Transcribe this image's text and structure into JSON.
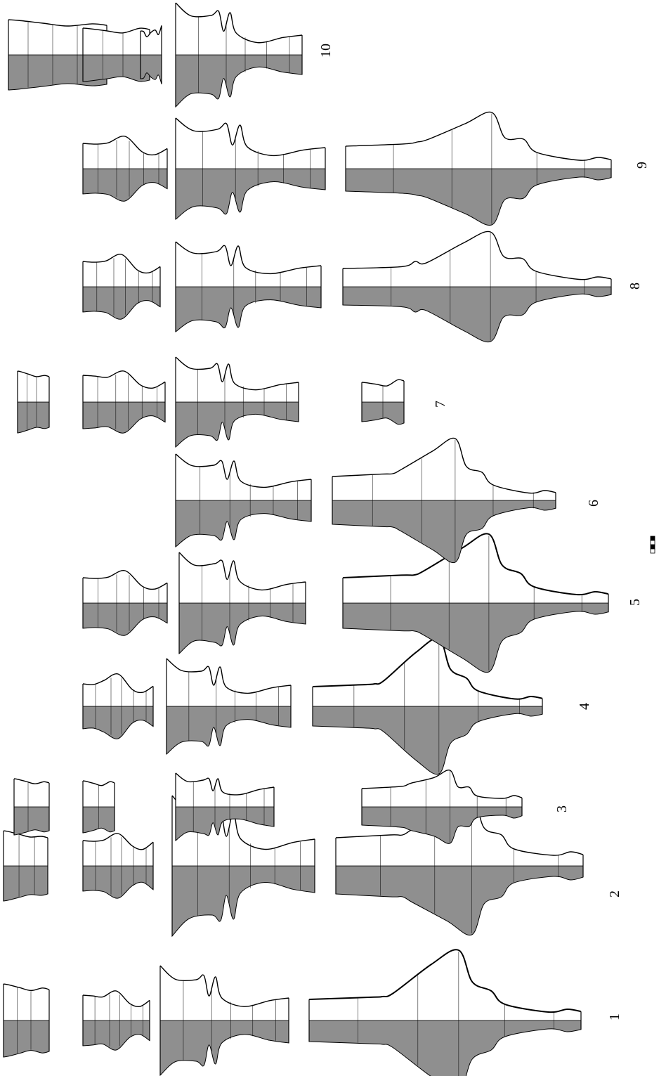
{
  "figure_labels": [
    "1",
    "2",
    "3",
    "4",
    "5",
    "6",
    "7",
    "8",
    "9",
    "10"
  ],
  "colors": {
    "section_fill": "#8f8f8f",
    "line": "#000000",
    "background": "#ffffff"
  },
  "scale_bar_segments": 4
}
